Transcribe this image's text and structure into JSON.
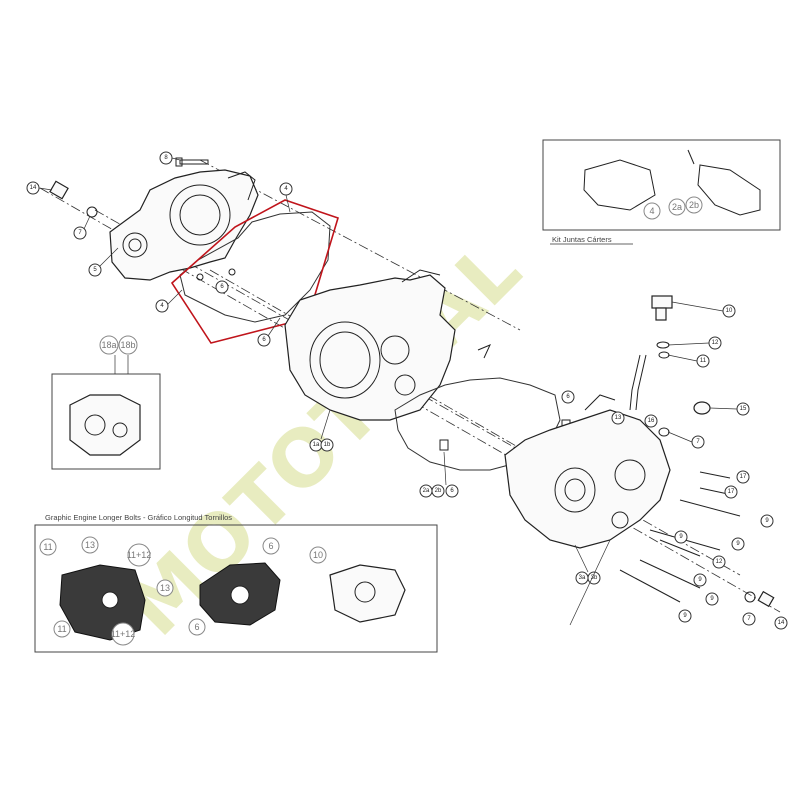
{
  "watermark": "MOTOTRIAL",
  "colors": {
    "highlight": "#c0141b",
    "watermark_yellow": "#e8ecc0",
    "watermark_gray": "#9a9a9a"
  },
  "labels": {
    "kit_joints": "Kit Juntas Cárters",
    "graphic_bolts": "Graphic Engine Longer Bolts - Gráfico Longitud Tornillos"
  },
  "callouts": {
    "c8": "8",
    "c14a": "14",
    "c7a": "7",
    "c5": "5",
    "c4a": "4",
    "c4b": "4",
    "c6a": "6",
    "c6b": "6",
    "c1a": "1a",
    "c1b": "1b",
    "c2a": "2a",
    "c2b": "2b",
    "c6c": "6",
    "c6d": "6",
    "c13a": "13",
    "c16": "16",
    "c15": "15",
    "c7b": "7",
    "c10": "10",
    "c12a": "12",
    "c11a": "11",
    "c17a": "17",
    "c17b": "17",
    "c9a": "9",
    "c9b": "9",
    "c9c": "9",
    "c12b": "12",
    "c9d": "9",
    "c9e": "9",
    "c9f": "9",
    "c3a": "3a",
    "c3b": "3b",
    "c7c": "7",
    "c14b": "14",
    "k4": "4",
    "k2a": "2a",
    "k2b": "2b",
    "b18a": "18a",
    "b18b": "18b",
    "g11a": "11",
    "g13a": "13",
    "g11_12a": "11+12",
    "g13b": "13",
    "g11b": "11",
    "g11_12b": "11+12",
    "g6a": "6",
    "g6b": "6",
    "g10": "10"
  }
}
